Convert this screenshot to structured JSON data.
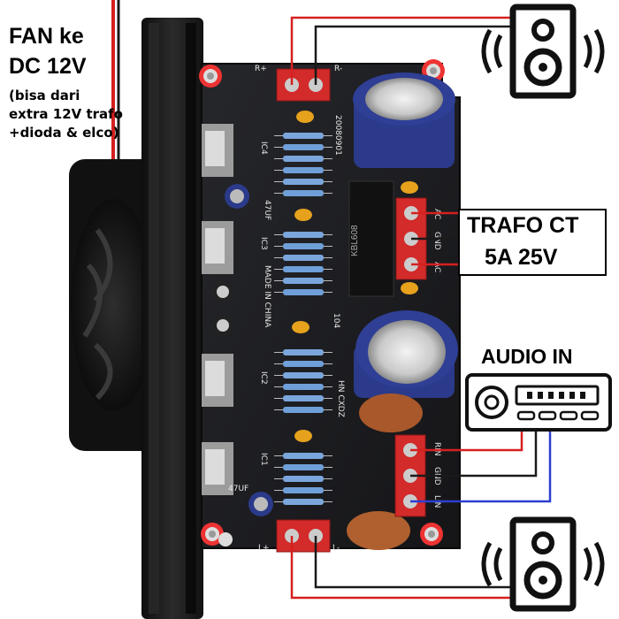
{
  "labels": {
    "fan_line1": "FAN ke",
    "fan_line2": "DC 12V",
    "fan_note1": "(bisa dari",
    "fan_note2": "extra 12V trafo",
    "fan_note3": "+dioda & elco)",
    "trafo_line1": "TRAFO CT",
    "trafo_line2": "5A 25V",
    "audio_in": "AUDIO IN"
  },
  "pcb_silkscreen": {
    "ic_labels": [
      "IC4",
      "IC3",
      "IC2",
      "IC1"
    ],
    "bridge": "KBL608",
    "made_in": "MADE IN CHINA",
    "cap_small": "47UF",
    "cap_code": "104",
    "terminal_top": [
      "R+",
      "R-"
    ],
    "terminal_bottom": [
      "L+",
      "L-"
    ],
    "terminal_power": [
      "AC",
      "GND",
      "AC"
    ],
    "terminal_audio": [
      "RIN",
      "GND",
      "LIN"
    ],
    "brand": "HN CXDZ",
    "serial": "20080901"
  },
  "colors": {
    "pcb": "#1c1c1e",
    "heatsink": "#161616",
    "terminal": "#d32a2a",
    "wire_red": "#d62020",
    "wire_black": "#1a1a1a",
    "wire_blue": "#2a3fd0",
    "cap_blue": "#2b3a8a",
    "accent_orange": "#e07020"
  }
}
